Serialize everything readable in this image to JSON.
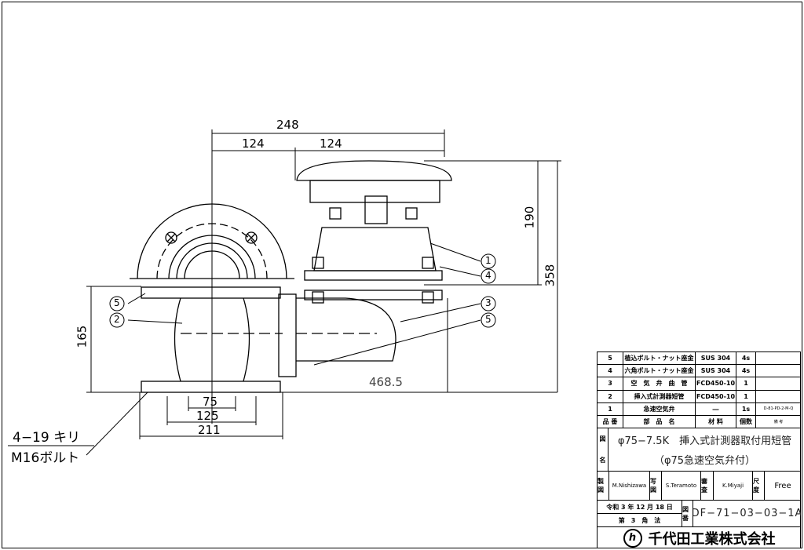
{
  "dimensions": {
    "overall_width": "248",
    "half_left": "124",
    "half_right": "124",
    "valve_height": "190",
    "total_height": "358",
    "body_height": "165",
    "total_length": "468.5",
    "bolt_pitch_inner": "75",
    "bolt_pitch_mid": "125",
    "flange_width": "211"
  },
  "callouts": {
    "hole_note": "4−19 キリ",
    "bolt_note": "M16ボルト",
    "balloons": [
      "1",
      "4",
      "3",
      "5",
      "5",
      "2"
    ]
  },
  "parts_list": {
    "rows": [
      {
        "no": "5",
        "name": "植込ボルト・ナット座金",
        "material": "SUS 304",
        "qty": "4s",
        "remarks": ""
      },
      {
        "no": "4",
        "name": "六角ボルト・ナット座金",
        "material": "SUS 304",
        "qty": "4s",
        "remarks": ""
      },
      {
        "no": "3",
        "name": "空　気　弁　曲　管",
        "material": "FCD450-10",
        "qty": "1",
        "remarks": ""
      },
      {
        "no": "2",
        "name": "挿入式計測器短管",
        "material": "FCD450-10",
        "qty": "1",
        "remarks": ""
      },
      {
        "no": "1",
        "name": "急速空気弁",
        "material": "―",
        "qty": "1s",
        "remarks": "D-81-PD-2-M-Q"
      }
    ],
    "header": {
      "no": "品 番",
      "name": "部　品　名",
      "material": "材 料",
      "qty": "個数",
      "remarks": "備 考"
    }
  },
  "title_block": {
    "name_label_top": "図",
    "name_label_bottom": "名",
    "title_line1": "φ75−7.5K　挿入式計測器取付用短管",
    "title_line2": "（φ75急速空気弁付）",
    "drawn_label": "製図",
    "drawn_by": "M.Nishizawa",
    "traced_label": "写図",
    "traced_by": "S.Teramoto",
    "checked_label": "審査",
    "checked_by": "K.Miyaji",
    "scale_label": "尺度",
    "scale": "Free",
    "date": "令和 3 年 12 月 18 日",
    "projection": "第　3　角　法",
    "drawing_no_label": "図番",
    "drawing_no": "DF−71−03−03−1A",
    "company": "千代田工業株式会社"
  }
}
